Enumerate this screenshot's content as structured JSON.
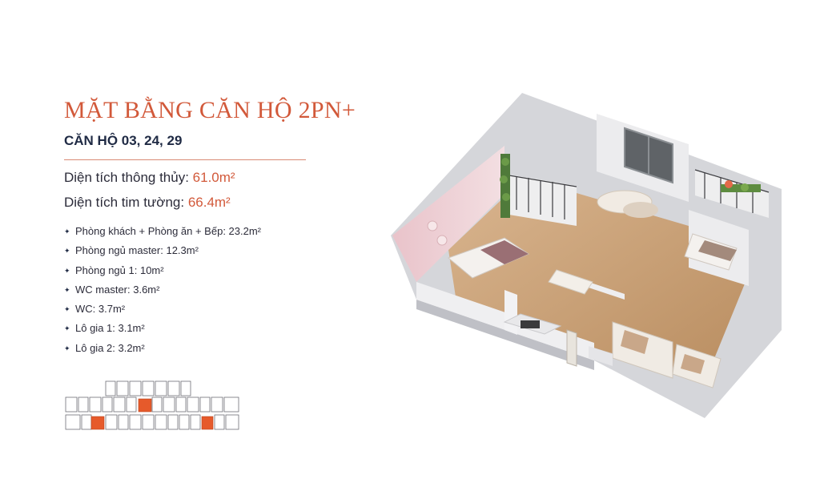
{
  "header": {
    "title": "MẶT BẰNG CĂN HỘ 2PN+",
    "subtitle": "CĂN HỘ 03, 24, 29"
  },
  "areas": {
    "net": {
      "label": "Diện tích thông thủy: ",
      "value": "61.0m²"
    },
    "gross": {
      "label": "Diện tích tim tường: ",
      "value": "66.4m²"
    }
  },
  "rooms": [
    "Phòng khách + Phòng ăn + Bếp: 23.2m²",
    "Phòng ngủ master: 12.3m²",
    "Phòng ngủ 1: 10m²",
    "WC master: 3.6m²",
    "WC: 3.7m²",
    "Lô gia 1: 3.1m²",
    "Lô gia 2: 3.2m²"
  ],
  "icons": {
    "bullet": "sparkle-bullet-icon",
    "floorplan": "isometric-floor-plan",
    "keyplan": "building-key-plan"
  },
  "colors": {
    "accent": "#d2593a",
    "subtitle": "#1f2a44",
    "body_text": "#2c2c3a",
    "rule": "#d98a74",
    "highlight_unit": "#e65a2b",
    "wood_floor": "#caa27a",
    "wall": "#ececee",
    "pink_wall": "#eecfd4"
  }
}
